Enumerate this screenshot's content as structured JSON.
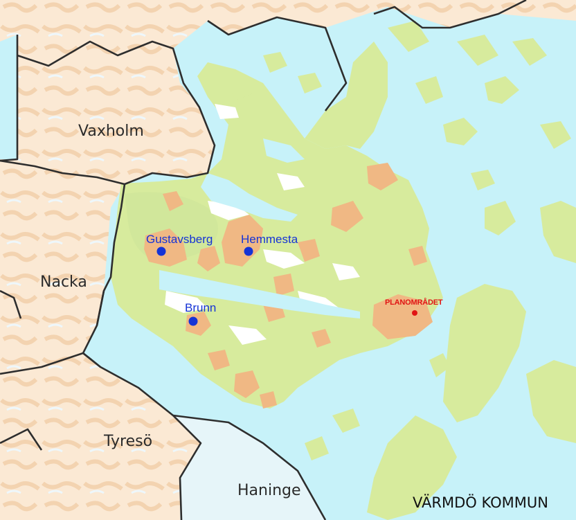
{
  "map": {
    "municipalities": [
      {
        "id": "vaxholm",
        "name": "Vaxholm"
      },
      {
        "id": "nacka",
        "name": "Nacka"
      },
      {
        "id": "tyreso",
        "name": "Tyresö"
      },
      {
        "id": "haninge",
        "name": "Haninge"
      }
    ],
    "places": [
      {
        "id": "gustavsberg",
        "name": "Gustavsberg"
      },
      {
        "id": "hemmesta",
        "name": "Hemmesta"
      },
      {
        "id": "brunn",
        "name": "Brunn"
      }
    ],
    "plan_area": {
      "label": "PLANOMRÅDET"
    },
    "region_label": "VÄRMDÖ KOMMUN",
    "colors": {
      "water": "#c7f2f9",
      "land": "#d9eec0",
      "forest": "#d7eb9d",
      "urban": "#f0b884",
      "neighbor_land": "#fbe9d4",
      "neighbor_water": "#d6f0f5",
      "border": "#2e2e2e",
      "place_dot": "#1533d6",
      "plan_dot": "#e01414"
    }
  }
}
